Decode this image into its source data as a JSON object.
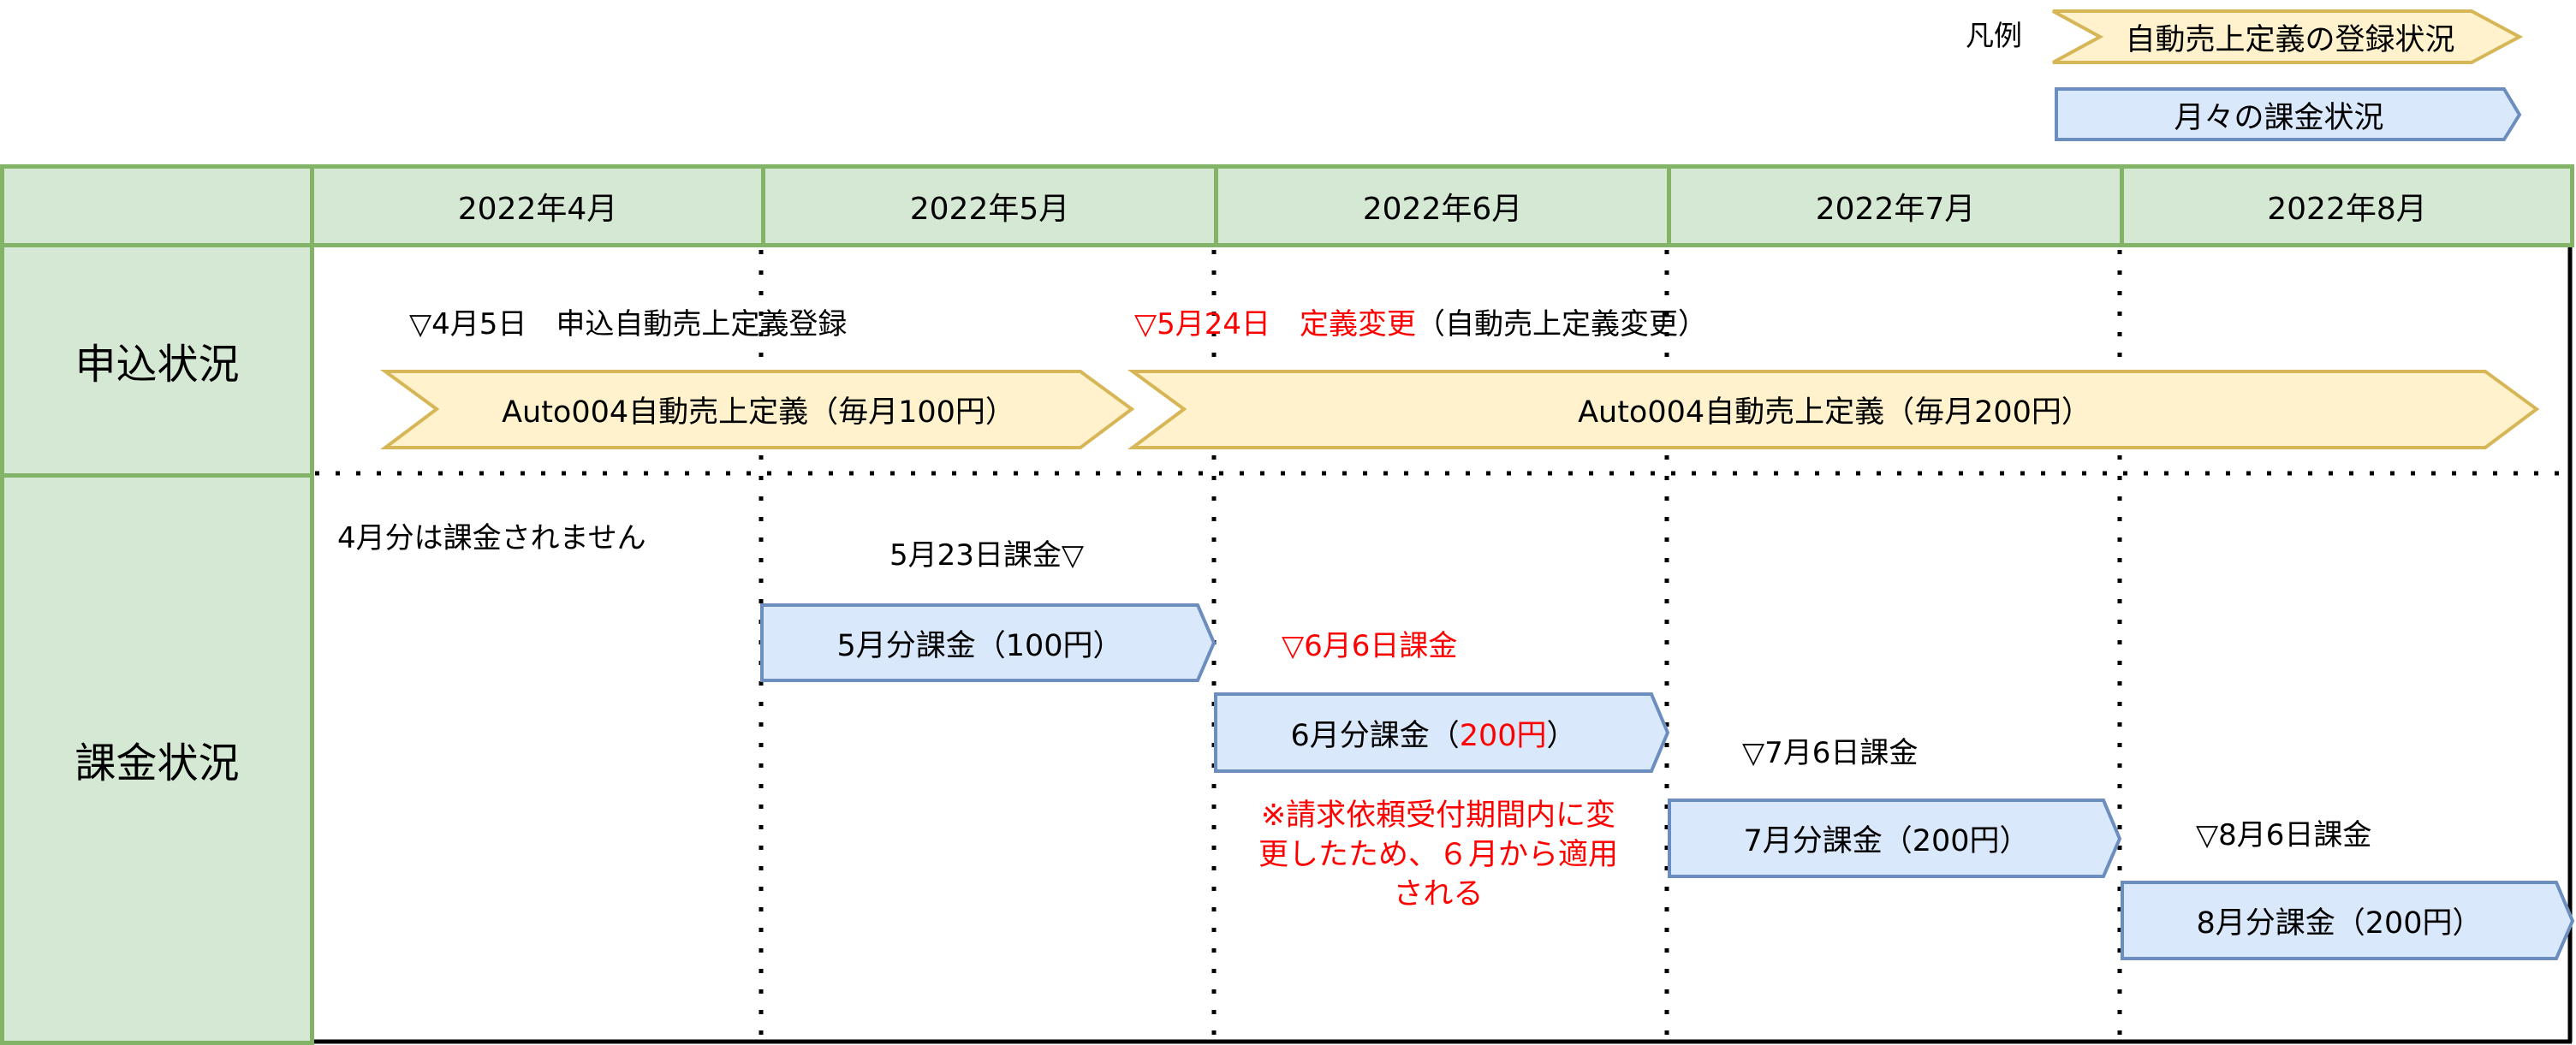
{
  "legend": {
    "title": "凡例",
    "items": [
      {
        "label": "自動売上定義の登録状況",
        "shape": "chevron",
        "fill": "#fff2cc",
        "stroke": "#d6b656"
      },
      {
        "label": "月々の課金状況",
        "shape": "pentagon-arrow",
        "fill": "#dae8fc",
        "stroke": "#6c8ebf"
      }
    ]
  },
  "colors": {
    "header_fill": "#d5e8d4",
    "header_stroke": "#82b366",
    "highlight_red": "#ff0000"
  },
  "table": {
    "columns": [
      "2022年4月",
      "2022年5月",
      "2022年6月",
      "2022年7月",
      "2022年8月"
    ],
    "rows": [
      "申込状況",
      "課金状況"
    ]
  },
  "application": {
    "registration_event": "▽4月5日　申込自動売上定義登録",
    "change_event": {
      "red_part": "▽5月24日　定義変更",
      "black_part": "（自動売上定義変更）"
    },
    "definitions": [
      {
        "label": "Auto004自動売上定義（毎月100円）"
      },
      {
        "label": "Auto004自動売上定義（毎月200円）"
      }
    ]
  },
  "billing": {
    "april_note": "4月分は課金されません",
    "events": {
      "may": "5月23日課金▽",
      "june": "▽6月6日課金",
      "july": "▽7月6日課金",
      "august": "▽8月6日課金"
    },
    "charges": [
      {
        "label": "5月分課金（100円）"
      },
      {
        "prefix": "6月分課金（",
        "amount": "200円",
        "suffix": "）"
      },
      {
        "label": "7月分課金（200円）"
      },
      {
        "label": "8月分課金（200円）"
      }
    ],
    "june_note_lines": [
      "※請求依頼受付期間内に変",
      "更したため、６月から適用",
      "される"
    ]
  }
}
